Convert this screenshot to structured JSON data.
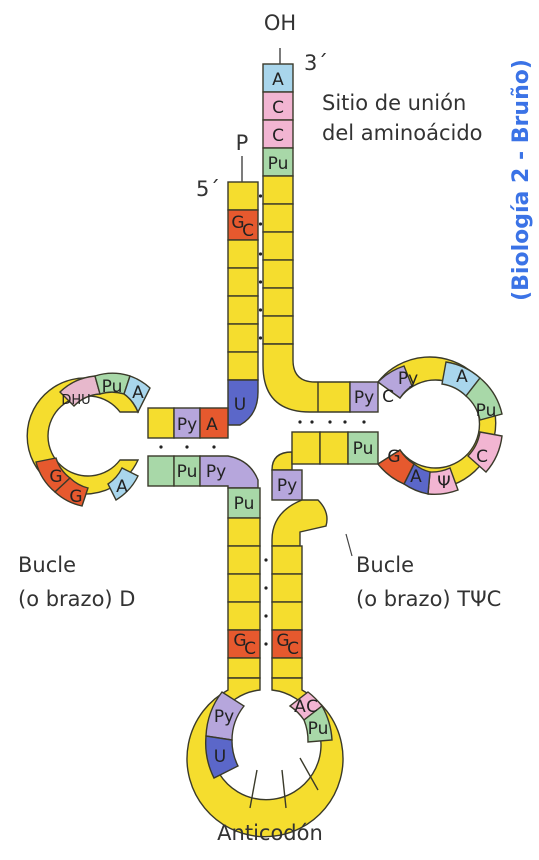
{
  "labels": {
    "oh": "OH",
    "three_prime": "3´",
    "p": "P",
    "five_prime": "5´",
    "acceptor_site": [
      "Sitio de unión",
      "del aminoácido"
    ],
    "d_loop": [
      "Bucle",
      "(o brazo) D"
    ],
    "t_loop": [
      "Bucle",
      "(o brazo) TΨC"
    ],
    "anticodon": "Anticodón",
    "credit": "(Biología 2 - Bruño)"
  },
  "acceptor_stem": [
    "A",
    "C",
    "C",
    "Pu"
  ],
  "five_prime_base": [
    "G",
    "C"
  ],
  "d_arm_bases": {
    "loop_top": [
      "Pu",
      "A"
    ],
    "loop_left": "DHU",
    "loop_bottom": [
      "G",
      "G"
    ],
    "loop_right": "A",
    "stem_top": [
      "Py",
      "A"
    ],
    "stem_bottom": [
      "Pu",
      "Py",
      "Pu"
    ],
    "junction": "U"
  },
  "t_arm_bases": {
    "stem_top": [
      "Py",
      "C"
    ],
    "loop": [
      "Py",
      "A",
      "Pu",
      "C",
      "Ψ",
      "A",
      "G"
    ],
    "stem_bottom": [
      "Pu",
      "Py"
    ]
  },
  "anticodon_arm_bases": {
    "stem_left_top": [
      "G",
      "C"
    ],
    "stem_right_top": [
      "G",
      "C"
    ],
    "loop_left": [
      "Py",
      "U"
    ],
    "loop_right": [
      "A",
      "C",
      "Pu"
    ]
  },
  "colors": {
    "generic": "#f5dd2e",
    "purine": "#a8d8a8",
    "pyrimidine": "#b6a6dc",
    "adenine": "#a9d6ec",
    "cytosine": "#f2b5d2",
    "guanine": "#e6592e",
    "uracil": "#5b67c9",
    "dhu": "#e7b8cc",
    "stroke": "#3a3a2a",
    "credit": "#3b73e6"
  }
}
